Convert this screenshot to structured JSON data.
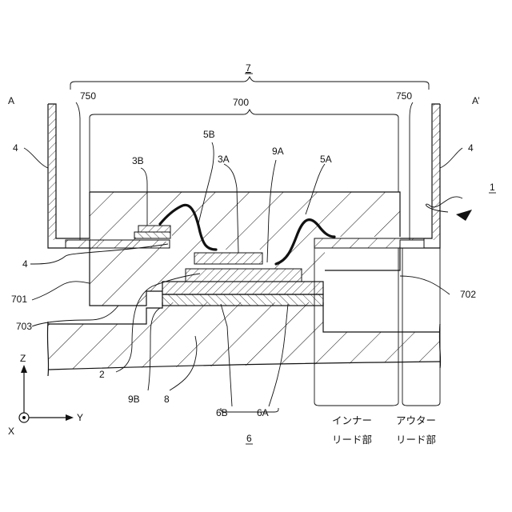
{
  "figure": {
    "section_start": "A",
    "section_end": "A’",
    "device_ref": "1",
    "package_ref": "7",
    "package_body_ref": "700",
    "outer_lead_ref_left": "750",
    "outer_lead_ref_right": "750",
    "lead_ref_left": "4",
    "lead_ref_right": "4",
    "lead_ref_inner": "4",
    "wire_ref_b": "5B",
    "wire_ref_a": "5A",
    "pad_ref_b": "3B",
    "pad_ref_a": "3A",
    "bond_ref_a": "9A",
    "bond_ref_b": "9B",
    "side_ref_left": "701",
    "side_ref_right": "702",
    "bottom_ref": "703",
    "chip_ref": "2",
    "substrate_ref": "8",
    "layer_ref_b": "6B",
    "layer_ref_a": "6A",
    "layer_group_ref": "6",
    "inner_lead_label_1": "インナー",
    "inner_lead_label_2": "リード部",
    "outer_lead_label_1": "アウター",
    "outer_lead_label_2": "リード部",
    "axis_z": "Z",
    "axis_x": "X",
    "axis_y": "Y"
  }
}
